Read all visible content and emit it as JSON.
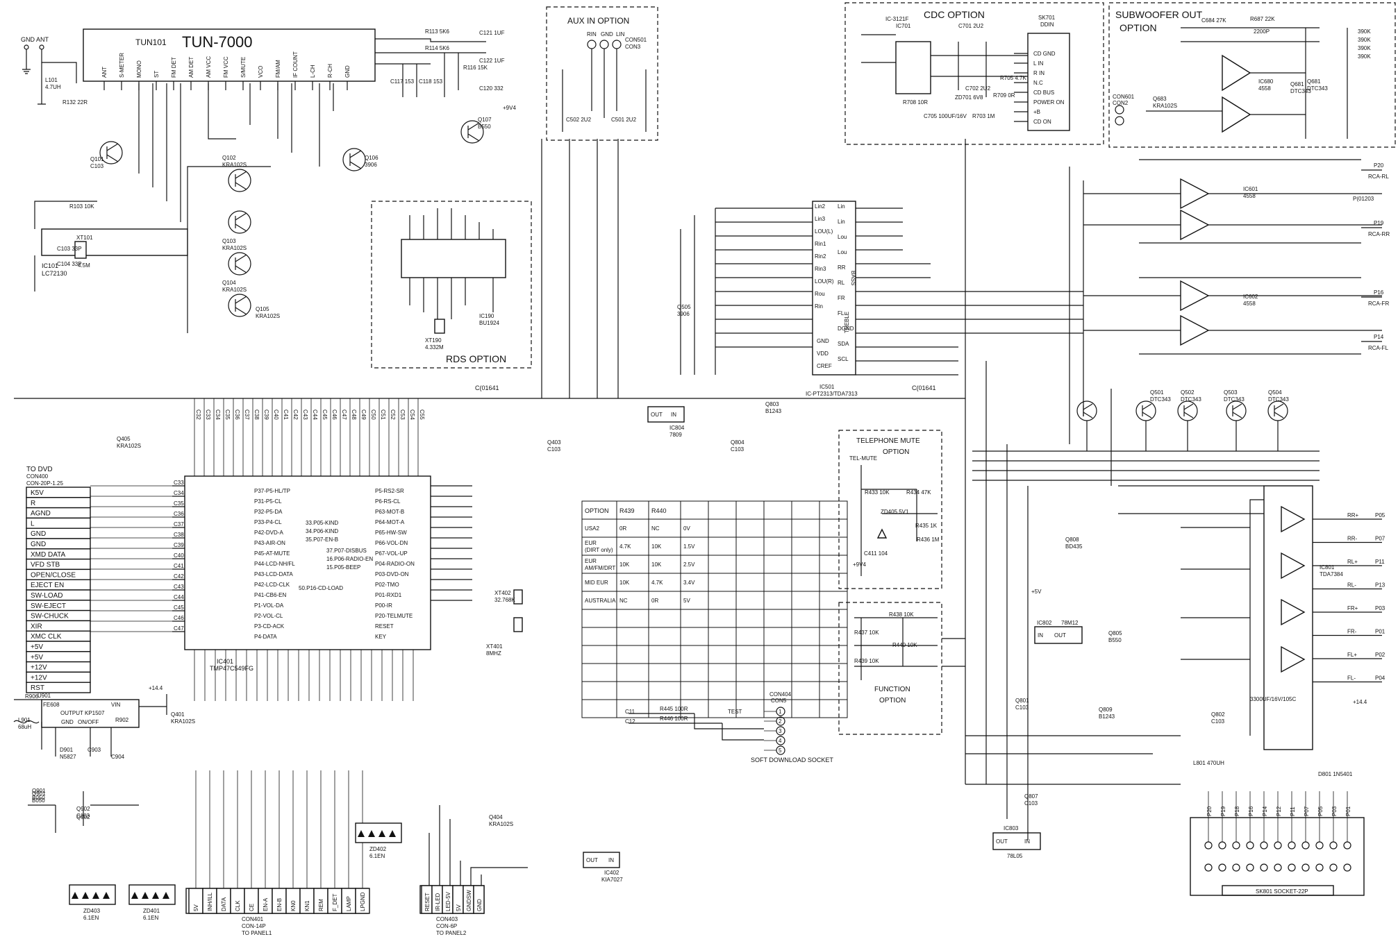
{
  "header": {
    "gnd": "GND",
    "ant": "ANT",
    "tuner_ref": "TUN101",
    "tuner_model": "TUN-7000"
  },
  "options": {
    "aux_in": "AUX IN OPTION",
    "cdc": "CDC OPTION",
    "subwoofer_line1": "SUBWOOFER OUT",
    "subwoofer_line2": "OPTION",
    "rds": "RDS OPTION",
    "telephone_line1": "TELEPHONE MUTE",
    "telephone_line2": "OPTION",
    "function_line1": "FUNCTION",
    "function_line2": "OPTION"
  },
  "ics": {
    "ic101": {
      "ref": "IC101",
      "part": "LC72130"
    },
    "ic190": {
      "ref": "IC190",
      "part": "BU1924"
    },
    "ic501": {
      "ref": "IC501",
      "part": "IC-PT2313/TDA7313"
    },
    "ic401": {
      "ref": "IC401",
      "part": "TMP47C549FG"
    },
    "ic601": {
      "ref": "IC601",
      "part": "4558"
    },
    "ic602": {
      "ref": "IC602",
      "part": "4558"
    },
    "ic680": {
      "ref": "IC680",
      "part": "4558"
    },
    "ic701": {
      "ref": "IC701",
      "part": "IC-3121F"
    },
    "ic801": {
      "ref": "IC801",
      "part": "TDA7384"
    },
    "ic802": {
      "ref": "IC802",
      "part": "78M12"
    },
    "ic803": {
      "ref": "IC803",
      "part": "78L05"
    },
    "ic804": {
      "ref": "IC804",
      "part": "7809"
    },
    "ic402": {
      "ref": "IC402",
      "part": "KIA7027"
    },
    "sk701": {
      "ref": "SK701",
      "part": "DDIN"
    },
    "con501": {
      "ref": "CON501",
      "part": "CON3"
    },
    "con601": {
      "ref": "CON601",
      "part": "CON2"
    },
    "sk801": {
      "ref": "SK801",
      "part": "SOCKET-22P"
    }
  },
  "tuner_pins": [
    "ANT",
    "S-METER",
    "MONO",
    "ST",
    "FM DET",
    "AM DET",
    "AM VCC",
    "FM VCC",
    "S/MUTE",
    "VCO",
    "FM/AM",
    "IF COUNT",
    "L-CH",
    "R-CH",
    "GND"
  ],
  "dvd_connector": {
    "title_line1": "TO DVD",
    "title_line2": "CON400",
    "title_line3": "CON-20P-1.25",
    "pins": [
      "K5V",
      "R",
      "AGND",
      "L",
      "GND",
      "GND",
      "XMD DATA",
      "VFD STB",
      "OPEN/CLOSE",
      "EJECT EN",
      "SW-LOAD",
      "SW-EJECT",
      "SW-CHUCK",
      "XIR",
      "XMC CLK",
      "+5V",
      "+5V",
      "+12V",
      "+12V",
      "RST"
    ]
  },
  "mcu_pins_left": [
    "P37-P5-HL/TP",
    "P31-P5-CL",
    "P32-P5-DA",
    "P33-P4-CL",
    "P42-DVD-A",
    "P43-AIR-ON",
    "P45-AT-MUTE",
    "P44-LCD-NH/FL",
    "P43-LCD-DATA",
    "P42-LCD-CLK",
    "P41-CB6-EN",
    "P1-VOL-DA",
    "P2-VOL-CL",
    "P3-CD-ACK",
    "P4-DATA"
  ],
  "mcu_pins_right": [
    "P5-RS2-SR",
    "P6-RS-CL",
    "P63-MOT-B",
    "P64-MOT-A",
    "P65-HW-SW",
    "P66-VOL-DN",
    "P67-VOL-UP",
    "P04-RADIO-ON",
    "P03-DVD-ON",
    "P02-TMO",
    "P01-RXD1",
    "P00-IR",
    "P20-TELMUTE",
    "RESET",
    "KEY"
  ],
  "mcu_notes": [
    "33.P05-KIND",
    "34.P06-KIND",
    "35.P07-EN-B",
    "37.P07-DISBUS",
    "16.P06-RADIO-EN",
    "15.P05-BEEP",
    "50.P16-CD-LOAD"
  ],
  "option_table": {
    "headers": [
      "OPTION",
      "R439",
      "R440",
      ""
    ],
    "rows": [
      [
        "USA2",
        "0R",
        "NC",
        "0V"
      ],
      [
        "EUR (DIRT only)",
        "4.7K",
        "10K",
        "1.5V"
      ],
      [
        "EUR AM/FM/DRT",
        "10K",
        "10K",
        "2.5V"
      ],
      [
        "MID EUR",
        "10K",
        "4.7K",
        "3.4V"
      ],
      [
        "AUSTRALIA",
        "NC",
        "0R",
        "5V"
      ]
    ]
  },
  "outputs": [
    {
      "pin": "P20",
      "label": "RCA-RL"
    },
    {
      "pin": "P19",
      "label": "RCA-RR"
    },
    {
      "pin": "P16",
      "label": "RCA-FR"
    },
    {
      "pin": "P14",
      "label": "RCA-FL"
    }
  ],
  "amp_outputs": [
    {
      "label": "RR+",
      "pin": "P05"
    },
    {
      "label": "RR-",
      "pin": "P07"
    },
    {
      "label": "RL+",
      "pin": "P11"
    },
    {
      "label": "RL-",
      "pin": "P13"
    },
    {
      "label": "FR+",
      "pin": "P03"
    },
    {
      "label": "FR-",
      "pin": "P01"
    },
    {
      "label": "FL+",
      "pin": "P02"
    },
    {
      "label": "FL-",
      "pin": "P04"
    }
  ],
  "ic501_pins": [
    "Lin2",
    "Lin3",
    "LOU(L)",
    "Rin1",
    "Rin2",
    "Rin3",
    "LOU(R)",
    "Rou",
    "Rin",
    "Lin",
    "Lou",
    "RR",
    "RL",
    "FR",
    "FL",
    "GND",
    "VDD",
    "CREF",
    "SDA",
    "SCL",
    "DGND",
    "BASS",
    "TREBLE"
  ],
  "cdc_pins": [
    "CD GND",
    "L IN",
    "R IN",
    "N.C",
    "CD BUS",
    "POWER ON",
    "+B",
    "CD ON"
  ],
  "aux_pins": [
    "RIN",
    "GND",
    "LIN"
  ],
  "transistors": [
    {
      "ref": "Q101",
      "part": "C103"
    },
    {
      "ref": "Q102",
      "part": "KRA102S"
    },
    {
      "ref": "Q103",
      "part": "KRA102S"
    },
    {
      "ref": "Q104",
      "part": "KRA102S"
    },
    {
      "ref": "Q105",
      "part": "KRA102S"
    },
    {
      "ref": "Q106",
      "part": "3906"
    },
    {
      "ref": "Q107",
      "part": "B550"
    },
    {
      "ref": "Q403",
      "part": "C103"
    },
    {
      "ref": "Q404",
      "part": "KRA102S"
    },
    {
      "ref": "Q401",
      "part": "KRA102S"
    },
    {
      "ref": "Q405",
      "part": "KRA102S"
    },
    {
      "ref": "Q501",
      "part": "DTC343"
    },
    {
      "ref": "Q502",
      "part": "DTC343"
    },
    {
      "ref": "Q503",
      "part": "DTC343"
    },
    {
      "ref": "Q504",
      "part": "DTC343"
    },
    {
      "ref": "Q505",
      "part": "3906"
    },
    {
      "ref": "Q681",
      "part": "DTC343"
    },
    {
      "ref": "Q683",
      "part": "KRA102S"
    },
    {
      "ref": "Q801",
      "part": "C103"
    },
    {
      "ref": "Q802",
      "part": "C103"
    },
    {
      "ref": "Q803",
      "part": "B1243"
    },
    {
      "ref": "Q804",
      "part": "C103"
    },
    {
      "ref": "Q805",
      "part": "B550"
    },
    {
      "ref": "Q807",
      "part": "C103"
    },
    {
      "ref": "Q808",
      "part": "BD435"
    },
    {
      "ref": "Q809",
      "part": "B1243"
    },
    {
      "ref": "Q901",
      "part": "B050"
    },
    {
      "ref": "Q902",
      "part": "C103"
    }
  ],
  "crystals": [
    {
      "ref": "XT101",
      "part": "4.5M"
    },
    {
      "ref": "XT190",
      "part": "4.332M"
    },
    {
      "ref": "XT401",
      "part": "8MHZ"
    },
    {
      "ref": "XT402",
      "part": "32.768K"
    }
  ],
  "zeners": [
    {
      "ref": "ZD403",
      "part": "6.1EN"
    },
    {
      "ref": "ZD401",
      "part": "6.1EN"
    },
    {
      "ref": "ZD402",
      "part": "6.1EN"
    }
  ],
  "panel1": {
    "title": "CON401",
    "sub": "CON-14P",
    "dest": "TO PANEL1",
    "pins": [
      "5V",
      "INH/ILL",
      "DATA",
      "CLK",
      "CE",
      "EN-A",
      "EN-B",
      "KN0",
      "KN1",
      "REM",
      "F_DET",
      "LAMP",
      "LPGND"
    ]
  },
  "panel2": {
    "title": "CON403",
    "sub": "CON-6P",
    "dest": "TO PANEL2",
    "pins": [
      "RESET",
      "IR-LED",
      "LED-5V",
      "5V",
      "GNDSW",
      "GND"
    ]
  },
  "download": {
    "title": "CON404",
    "sub": "CON5",
    "label": "SOFT DOWNLOAD SOCKET"
  },
  "power": {
    "fe608": "FE608",
    "output": "OUTPUT KP1507",
    "on_off": "ON/OFF",
    "vin": "VIN",
    "gnd": "GND",
    "d901": "D901",
    "d901_part": "N5827",
    "l901": "L901",
    "l901_val": "68uH",
    "u901": "U901",
    "c903": "C903",
    "c904": "C904",
    "l801": "L801 470UH",
    "d801": "D801 1N5401",
    "c801_big": "3300UF/16V/105C",
    "plus14": "+14.4"
  },
  "tel_mute": "TEL-MUTE",
  "test": "TEST",
  "c_c01641": "C(01641",
  "p_c01203": "P(01203",
  "rails": [
    "+5V",
    "+9V4",
    "+14.4",
    "+5V"
  ]
}
